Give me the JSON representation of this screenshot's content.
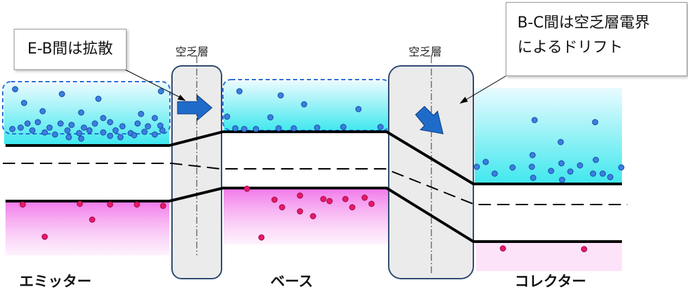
{
  "callouts": {
    "eb": "E-B間は拡散",
    "bc_line1": "B-C間は空乏層電界",
    "bc_line2": "によるドリフト"
  },
  "depletion_labels": {
    "left": "空乏層",
    "right": "空乏層"
  },
  "regions": {
    "emitter": "エミッター",
    "base": "ベース",
    "collector": "コレクター"
  },
  "colors": {
    "electron_fill": "#3b7fe0",
    "hole_fill": "#e8186a",
    "electron_gradient_top": "#e9fbff",
    "electron_gradient_bottom": "#3fe8ee",
    "hole_gradient_top": "#f27bea",
    "hole_gradient_bottom": "#fde9fb",
    "depletion_fill": "#ebebeb",
    "arrow_fill": "#1f6bc9",
    "band_line": "#000000"
  },
  "icons": [
    "right-arrow-icon",
    "down-right-arrow-icon"
  ]
}
